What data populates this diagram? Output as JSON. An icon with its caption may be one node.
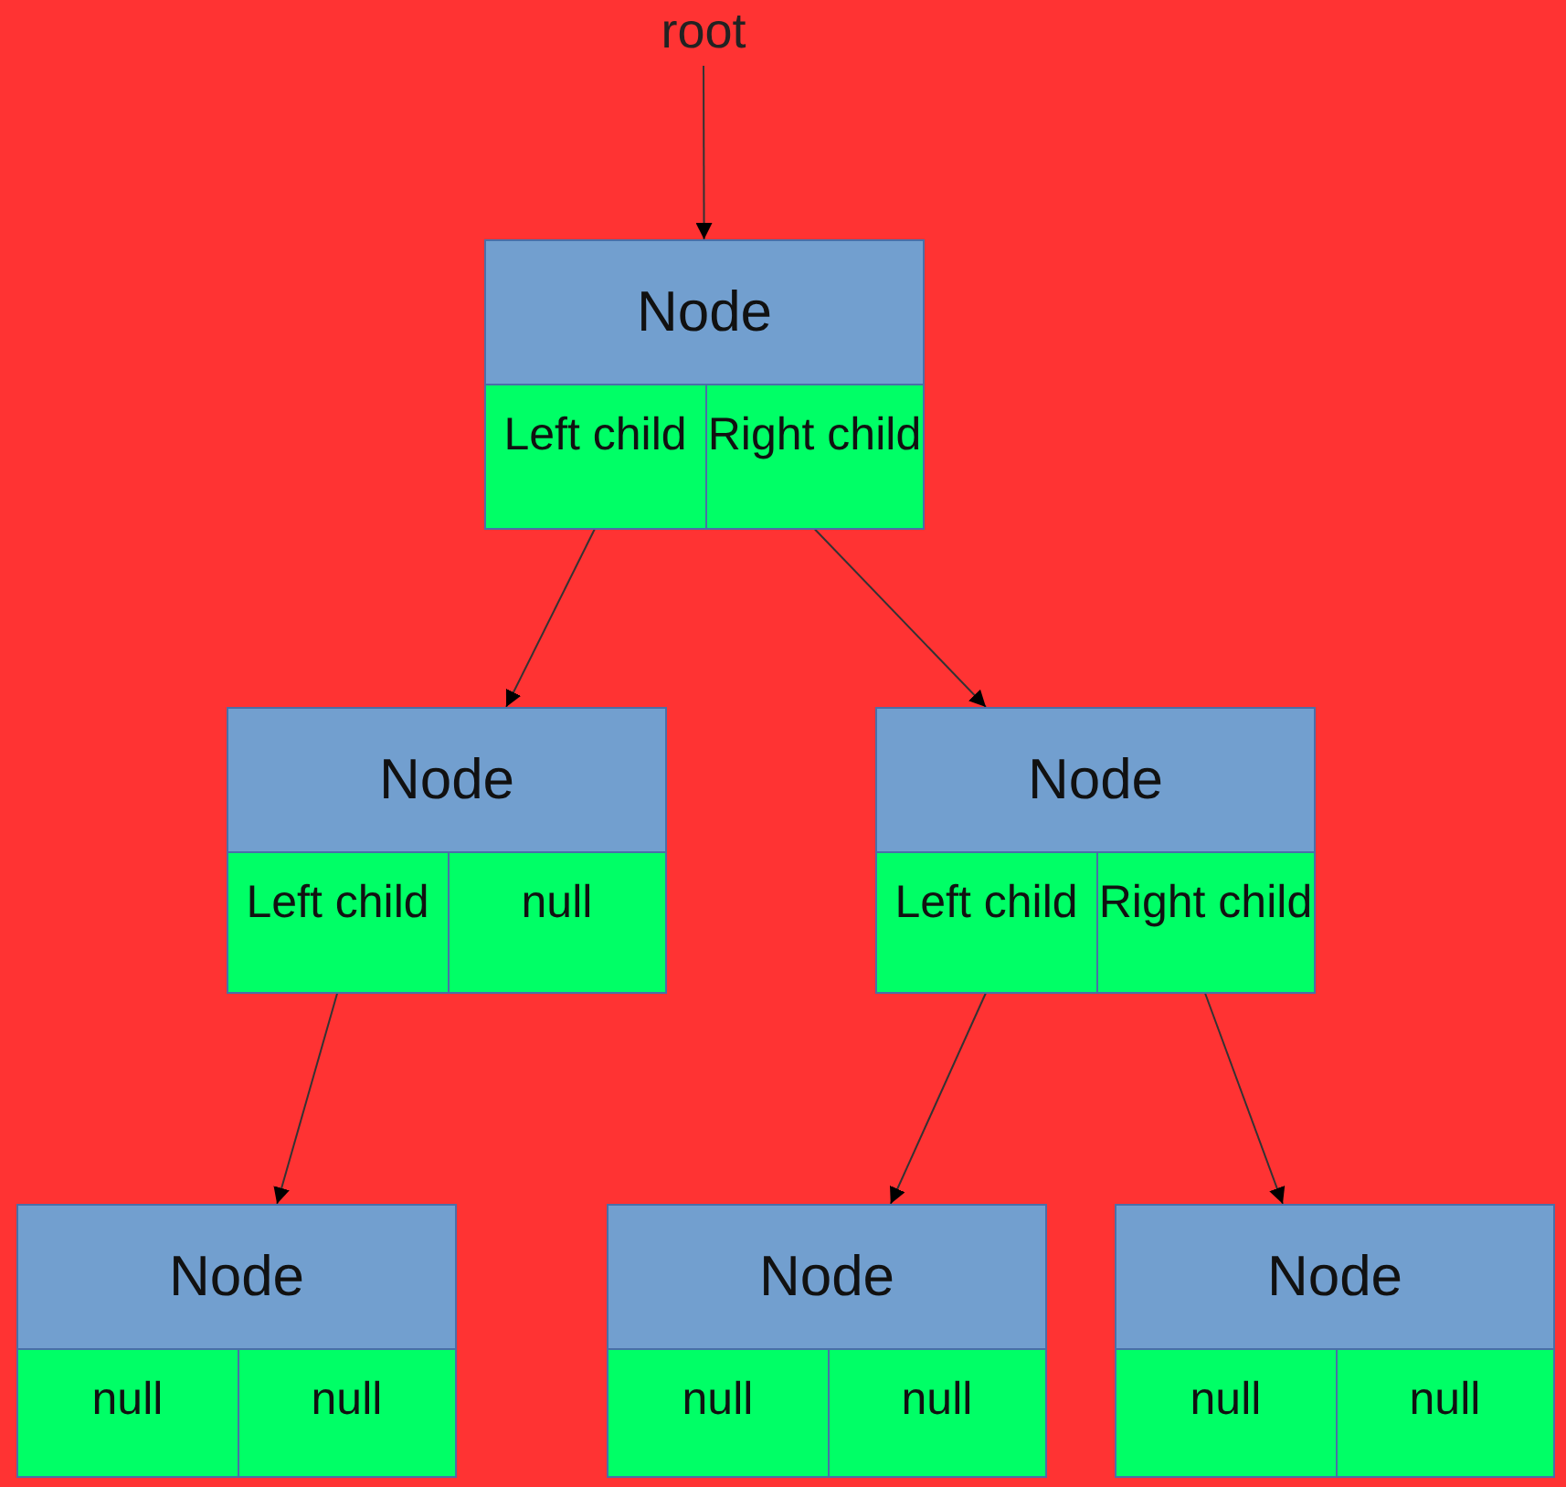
{
  "diagram": {
    "nodes": [
      {
        "text": [
          "root"
        ]
      },
      {
        "text": [
          "Node"
        ]
      },
      {
        "text": [
          "Left child"
        ],
        "in": 1
      },
      {
        "text": [
          "Right child"
        ],
        "in": 1
      },
      {
        "text": [
          "Node"
        ]
      },
      {
        "text": [
          "Left child"
        ],
        "in": 4
      },
      {
        "text": [
          "null"
        ],
        "in": 4
      },
      {
        "text": [
          "Node"
        ]
      },
      {
        "text": [
          "Left child"
        ],
        "in": 7
      },
      {
        "text": [
          "Right child"
        ],
        "in": 7
      },
      {
        "text": [
          "Node"
        ]
      },
      {
        "text": [
          "null"
        ],
        "in": 10
      },
      {
        "text": [
          "null"
        ],
        "in": 10
      },
      {
        "text": [
          "Node"
        ]
      },
      {
        "text": [
          "null"
        ],
        "in": 13
      },
      {
        "text": [
          "null"
        ],
        "in": 13
      },
      {
        "text": [
          "Node"
        ]
      },
      {
        "text": [
          "null"
        ],
        "in": 16
      },
      {
        "text": [
          "null"
        ],
        "in": 16
      }
    ],
    "edges": [
      {
        "from": 0,
        "to": 1,
        "arrow": "to"
      },
      {
        "from": 2,
        "to": 4,
        "arrow": "to"
      },
      {
        "from": 3,
        "to": 7,
        "arrow": "to"
      },
      {
        "from": 5,
        "to": 10,
        "arrow": "to"
      },
      {
        "from": 8,
        "to": 13,
        "arrow": "to"
      },
      {
        "from": 9,
        "to": 16,
        "arrow": "to"
      }
    ]
  }
}
